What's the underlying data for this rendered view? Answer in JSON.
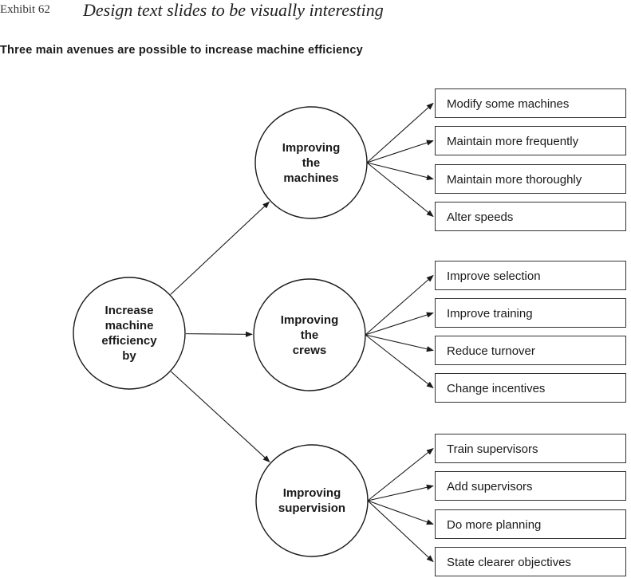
{
  "header": {
    "exhibit_label": "Exhibit 62",
    "title": "Design text slides to be visually interesting"
  },
  "subtitle": "Three main avenues are possible to increase machine efficiency",
  "root": {
    "label": "Increase\nmachine\nefficiency\nby"
  },
  "branches": [
    {
      "label": "Improving\nthe\nmachines",
      "items": [
        "Modify some machines",
        "Maintain more frequently",
        "Maintain more thoroughly",
        "Alter speeds"
      ]
    },
    {
      "label": "Improving\nthe\ncrews",
      "items": [
        "Improve selection",
        "Improve training",
        "Reduce turnover",
        "Change incentives"
      ]
    },
    {
      "label": "Improving\nsupervision",
      "items": [
        "Train supervisors",
        "Add supervisors",
        "Do more planning",
        "State clearer objectives"
      ]
    }
  ],
  "colors": {
    "ink": "#1a1a1a",
    "box_border": "#333333"
  }
}
